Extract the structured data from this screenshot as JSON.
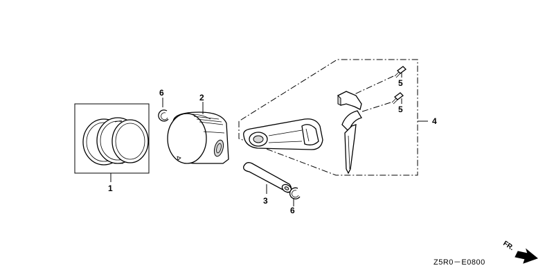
{
  "diagram": {
    "parts": [
      {
        "ref": "1",
        "label": "1"
      },
      {
        "ref": "2",
        "label": "2"
      },
      {
        "ref": "3",
        "label": "3"
      },
      {
        "ref": "4",
        "label": "4"
      },
      {
        "ref": "5",
        "label": "5"
      },
      {
        "ref": "6",
        "label": "6"
      }
    ],
    "part_code": "Z5R0－E0800",
    "direction_label": "FR."
  }
}
